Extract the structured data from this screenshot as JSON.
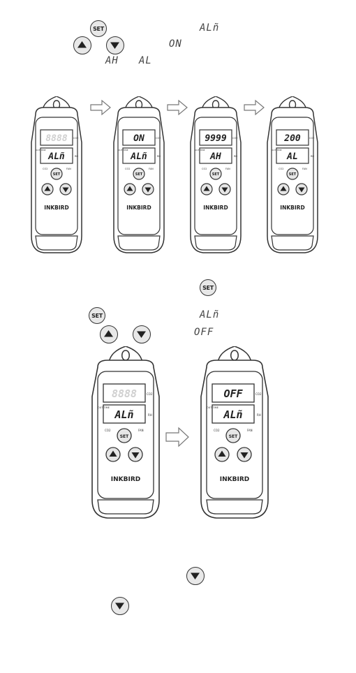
{
  "set_label": "SET",
  "brand": "INKBIRD",
  "side_labels": {
    "co2_top": "CO2",
    "rh": "RH",
    "co2_bottom": "CO2",
    "fan": "FAN",
    "left_tag": "OUT TIME"
  },
  "instructions_top": {
    "menu_code": "ALñ",
    "on_code": "ON",
    "ah_code": "AH",
    "al_code": "AL"
  },
  "devices_top": [
    {
      "top": "8888",
      "bottom": "ALñ"
    },
    {
      "top": "ON",
      "bottom": "ALñ"
    },
    {
      "top": "9999",
      "bottom": "AH"
    },
    {
      "top": "200",
      "bottom": "AL"
    }
  ],
  "instructions_mid": {
    "menu_code": "ALñ",
    "off_code": "OFF"
  },
  "devices_mid": [
    {
      "top": "8888",
      "bottom": "ALñ"
    },
    {
      "top": "OFF",
      "bottom": "ALñ"
    }
  ]
}
